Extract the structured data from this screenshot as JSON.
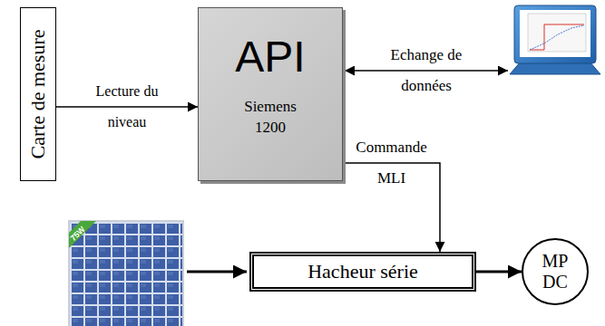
{
  "diagram": {
    "nodes": [
      {
        "text": [
          "Carte de mesure"
        ]
      },
      {
        "text": [
          "API",
          "Siemens 1200"
        ]
      },
      {
        "text": [
          "Hacheur série"
        ]
      },
      {
        "text": [
          "MP DC"
        ]
      }
    ],
    "edges": [
      {
        "from": 0,
        "to": 1,
        "arrow": "to",
        "label": "Lecture du niveau"
      },
      {
        "from": 1,
        "to": 2,
        "arrow": "to",
        "label": "Commande MLI"
      },
      {
        "from": 2,
        "to": 3,
        "arrow": "to"
      }
    ],
    "labels": [
      "Echange de données",
      "75W"
    ]
  }
}
